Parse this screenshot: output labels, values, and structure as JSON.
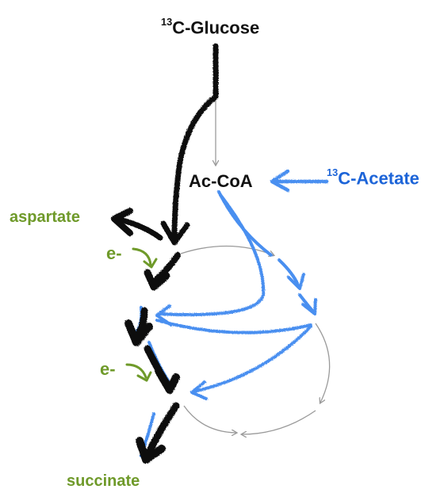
{
  "labels": {
    "glucose": {
      "isotope": "13",
      "name": "C-Glucose"
    },
    "acetate": {
      "isotope": "13",
      "name": "C-Acetate"
    },
    "acoa": "Ac-CoA",
    "aspartate": "aspartate",
    "succinate": "succinate",
    "electron_top": "e-",
    "electron_bottom": "e-"
  },
  "colors": {
    "glucose_flux": "#111111",
    "acetate_flux": "#4a8ff0",
    "acetate_text": "#1c64d8",
    "electron": "#6f9a2a",
    "cycle": "#9a9a9a"
  }
}
